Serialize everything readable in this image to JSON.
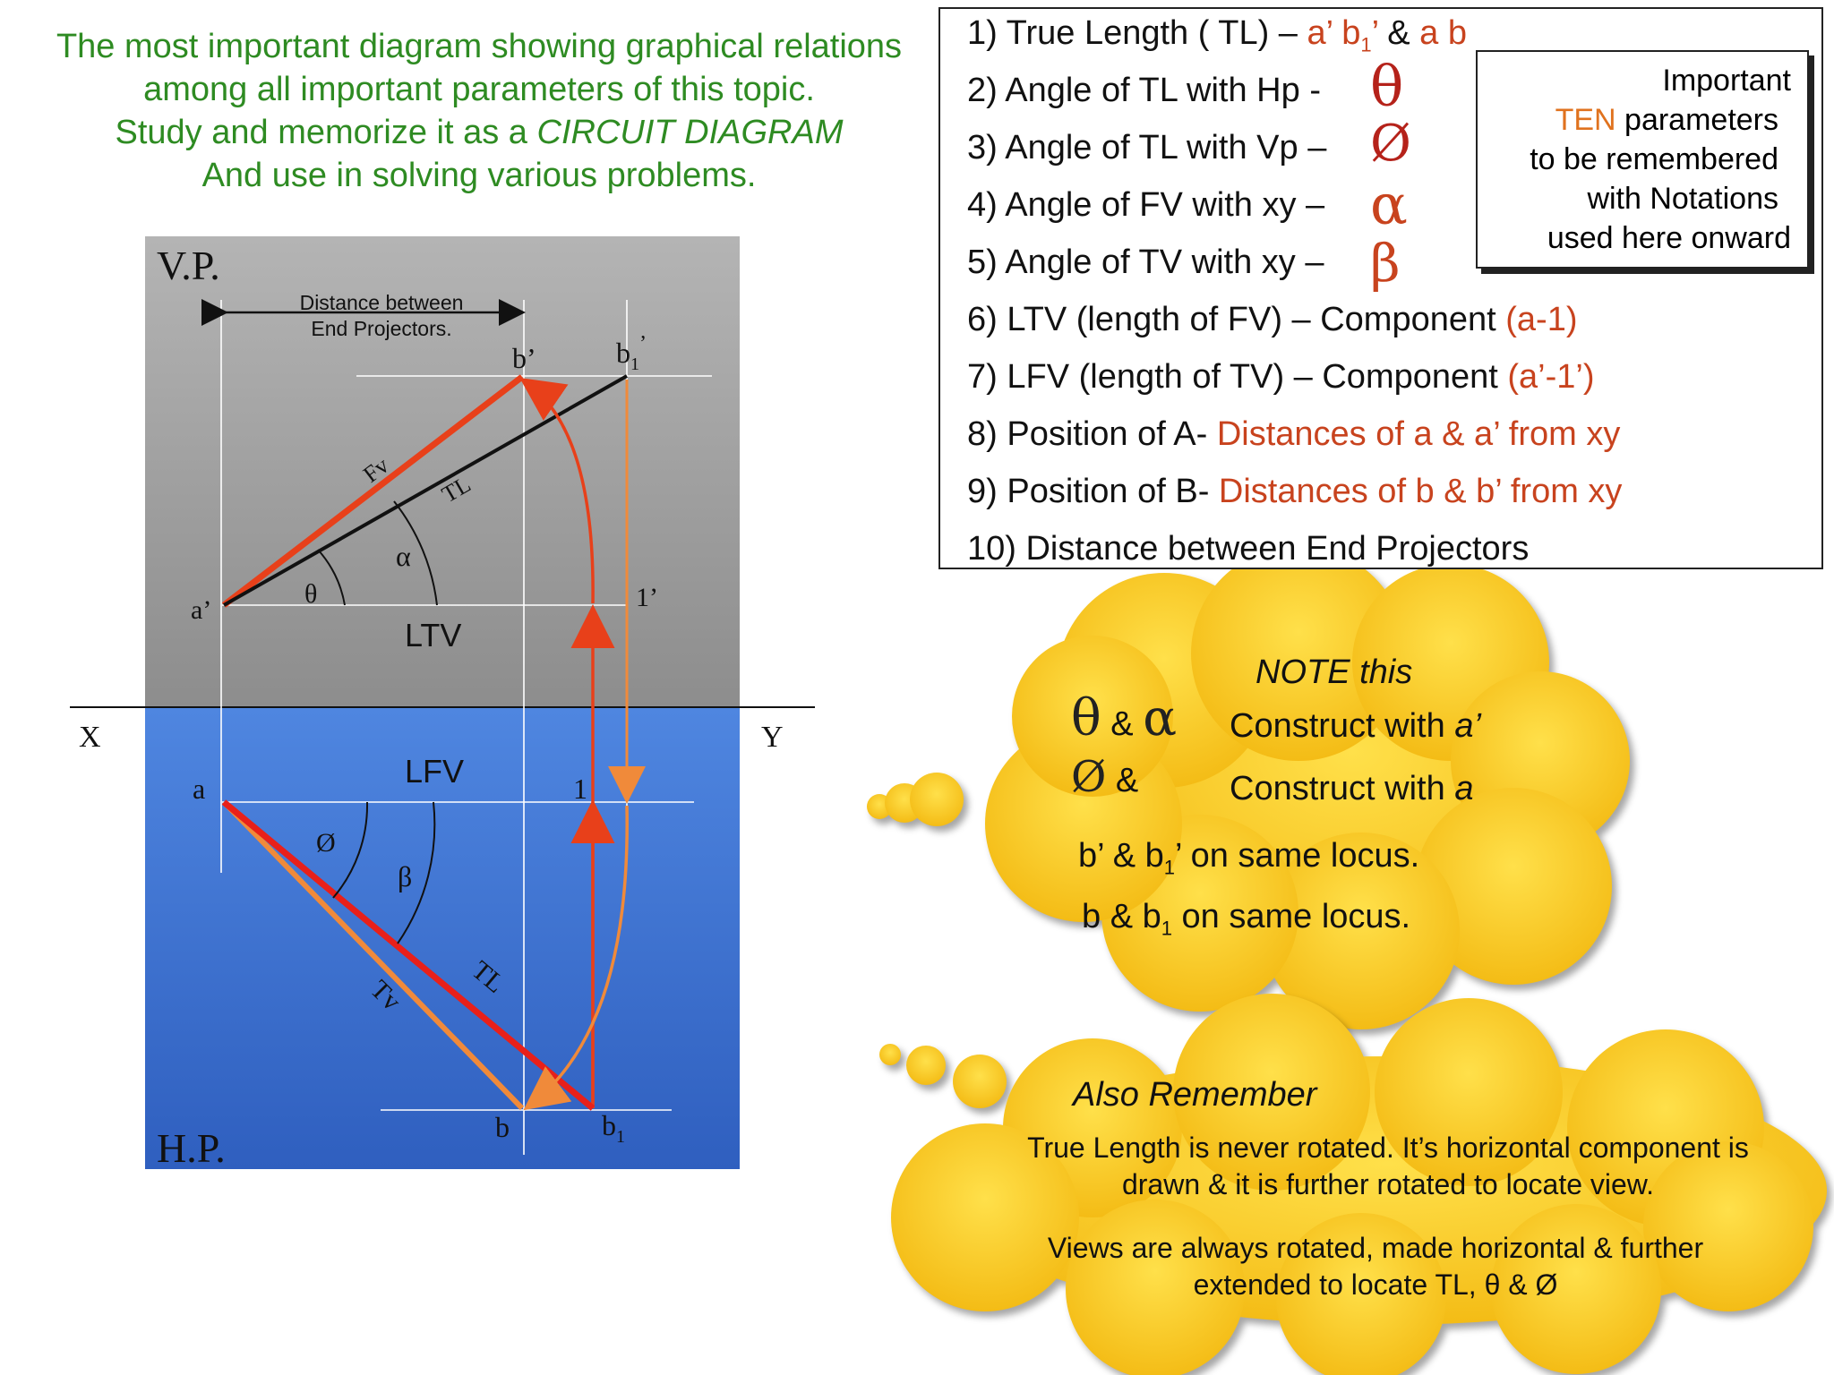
{
  "heading": {
    "line1": "The most important diagram showing graphical relations",
    "line2": "among all important parameters of this topic.",
    "line3_prefix": "Study and memorize it as a ",
    "line3_italic": "CIRCUIT DIAGRAM",
    "line4": "And use in solving various problems."
  },
  "diagram": {
    "vp_label": "V.P.",
    "hp_label": "H.P.",
    "x_label": "X",
    "y_label": "Y",
    "distance_label_1": "Distance between",
    "distance_label_2": "End Projectors.",
    "pt_b_dash": "b’",
    "pt_b1_dash": "b",
    "pt_b1_dash_sub": "1",
    "pt_b1_dash_tick": "’",
    "pt_a_dash": "a’",
    "pt_1_dash": "1’",
    "pt_a": "a",
    "pt_1": "1",
    "pt_b": "b",
    "pt_b1": "b",
    "pt_b1_sub": "1",
    "fv_label": "Fv",
    "tl_label_top": "TL",
    "tl_label_bottom": "TL",
    "tv_label": "Tv",
    "ltv_label": "LTV",
    "lfv_label": "LFV",
    "theta": "θ",
    "alpha": "α",
    "phi": "Ø",
    "beta": "β"
  },
  "params": {
    "p1_prefix": "1) True Length ( TL) – ",
    "p1_red_a": "a’ b",
    "p1_red_sub": "1",
    "p1_red_b": "’",
    "p1_mid": " & ",
    "p1_red_c": "a b",
    "p2": "2) Angle of TL with Hp -",
    "p2_sym": "θ",
    "p3": "3) Angle of TL with Vp –",
    "p3_sym": "Ø",
    "p4": "4) Angle of FV with xy –",
    "p4_sym": "α",
    "p5": "5) Angle of TV with xy –",
    "p5_sym": "β",
    "p6_prefix": "6) LTV (length of FV) – Component ",
    "p6_red": "(a-1)",
    "p7_prefix": "7) LFV (length of TV) – Component ",
    "p7_red": "(a’-1’)",
    "p8_prefix": "8) Position of A- ",
    "p8_red": "Distances of a & a’ from xy",
    "p9_prefix": "9) Position of B- ",
    "p9_red": "Distances of b & b’ from xy",
    "p10": "10) Distance between End Projectors"
  },
  "callout": {
    "line1": "Important",
    "line2_orange": "TEN",
    "line2_rest": " parameters",
    "line3": "to be remembered",
    "line4": "with Notations",
    "line5": "used here onward"
  },
  "note_cloud": {
    "title": "NOTE  this",
    "row1_sym_a": "θ",
    "row1_amp": "&",
    "row1_sym_b": "α",
    "row1_text": "Construct with ",
    "row1_italic": "a’",
    "row2_sym_a": "Ø",
    "row2_amp": "&",
    "row2_text": "Construct with ",
    "row2_italic": "a",
    "row3_a": "b’  &  b",
    "row3_sub": "1",
    "row3_b": "’ on same locus.",
    "row4_a": "b  &  b",
    "row4_sub": "1",
    "row4_b": " on same locus."
  },
  "remember_cloud": {
    "title": "Also Remember",
    "para1_line1": "True Length is never rotated. It’s horizontal component is",
    "para1_line2": "drawn & it is further rotated to locate view.",
    "para2_line1": "Views are always rotated, made horizontal & further",
    "para2_line2": "extended to locate TL, θ &  Ø"
  },
  "colors": {
    "heading_green": "#2e8b22",
    "accent_red": "#c8431e",
    "accent_orange": "#e0721e",
    "cloud_yellow": "#f7c21b",
    "vp_gray": "#9a9a9a",
    "hp_blue": "#3a6dc9"
  }
}
